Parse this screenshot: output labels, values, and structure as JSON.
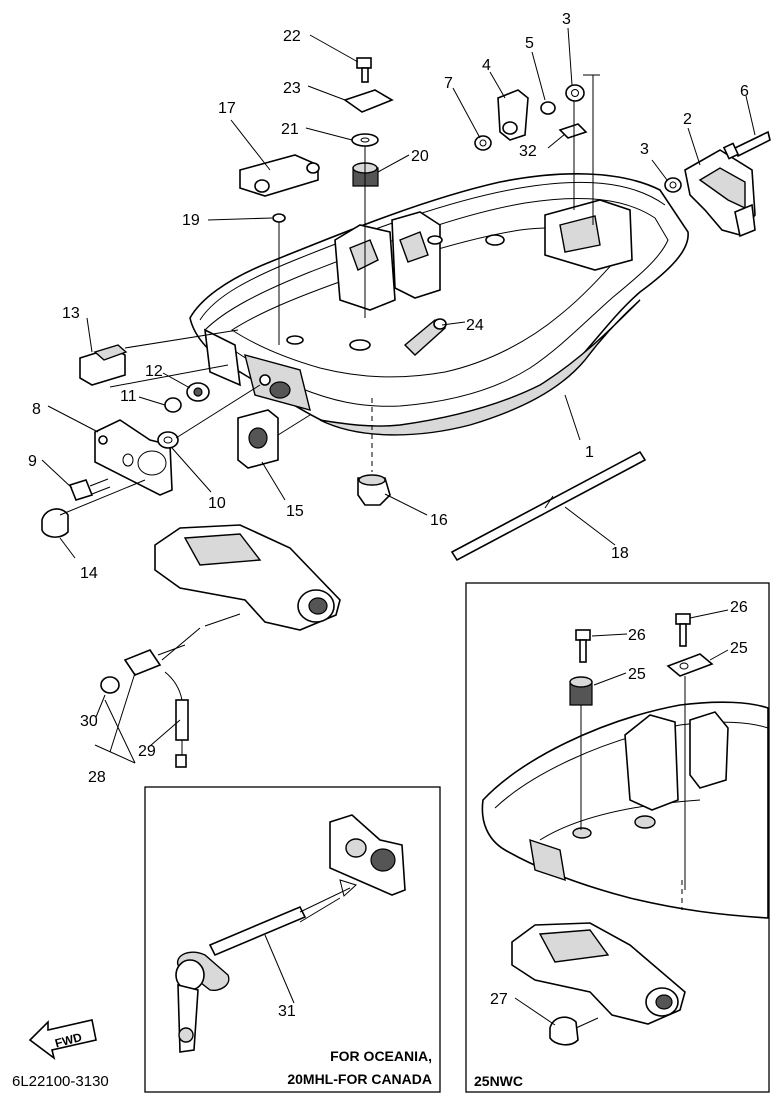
{
  "diagram": {
    "code": "6L22100-3130",
    "fwd_label": "FWD",
    "boxes": {
      "oceania_caption_line1": "FOR OCEANIA,",
      "oceania_caption_line2": "20MHL-FOR CANADA",
      "nwc_caption": "25NWC"
    },
    "labels": {
      "p1": "1",
      "p2": "2",
      "p3a": "3",
      "p3b": "3",
      "p4": "4",
      "p5": "5",
      "p6": "6",
      "p7": "7",
      "p8": "8",
      "p9": "9",
      "p10": "10",
      "p11": "11",
      "p12": "12",
      "p13": "13",
      "p14": "14",
      "p15": "15",
      "p16": "16",
      "p17": "17",
      "p18": "18",
      "p19": "19",
      "p20": "20",
      "p21": "21",
      "p22": "22",
      "p23": "23",
      "p24": "24",
      "p25a": "25",
      "p25b": "25",
      "p26a": "26",
      "p26b": "26",
      "p27": "27",
      "p28": "28",
      "p29": "29",
      "p30": "30",
      "p31": "31",
      "p32": "32"
    }
  }
}
